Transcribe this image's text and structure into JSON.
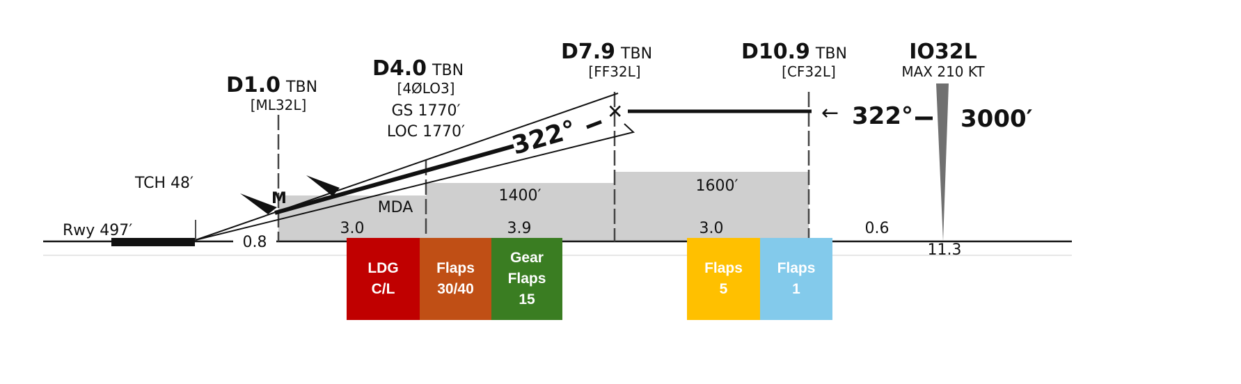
{
  "fixes": [
    {
      "name": "D1.0",
      "suffix": "TBN",
      "id": "[ML32L]"
    },
    {
      "name": "D4.0",
      "suffix": "TBN",
      "id": "[4ØLO3]",
      "gs": "GS 1770′",
      "loc": "LOC 1770′"
    },
    {
      "name": "D7.9",
      "suffix": "TBN",
      "id": "[FF32L]"
    },
    {
      "name": "D10.9",
      "suffix": "TBN",
      "id": "[CF32L]"
    }
  ],
  "iaf": {
    "name": "IO32L",
    "speed": "MAX 210 KT"
  },
  "runway": {
    "label": "Rwy 497′",
    "tch": "TCH 48′"
  },
  "profile": {
    "course_final": "322°",
    "course_intermediate": "322°",
    "altitude_initial": "3000′",
    "mda": "MDA",
    "mda_marker": "M",
    "step_altitudes": [
      "1400′",
      "1600′"
    ],
    "distances": [
      "0.8",
      "3.0",
      "3.9",
      "3.0",
      "0.6",
      "11.3"
    ]
  },
  "config_boxes": [
    {
      "lines": [
        "LDG",
        "C/L"
      ],
      "color": "#C00000"
    },
    {
      "lines": [
        "Flaps",
        "30/40"
      ],
      "color": "#C04F15"
    },
    {
      "lines": [
        "Gear",
        "Flaps",
        "15"
      ],
      "color": "#3A7D22"
    },
    {
      "lines": [
        "Flaps",
        "5"
      ],
      "color": "#FFC000"
    },
    {
      "lines": [
        "Flaps",
        "1"
      ],
      "color": "#83CAEB"
    }
  ]
}
